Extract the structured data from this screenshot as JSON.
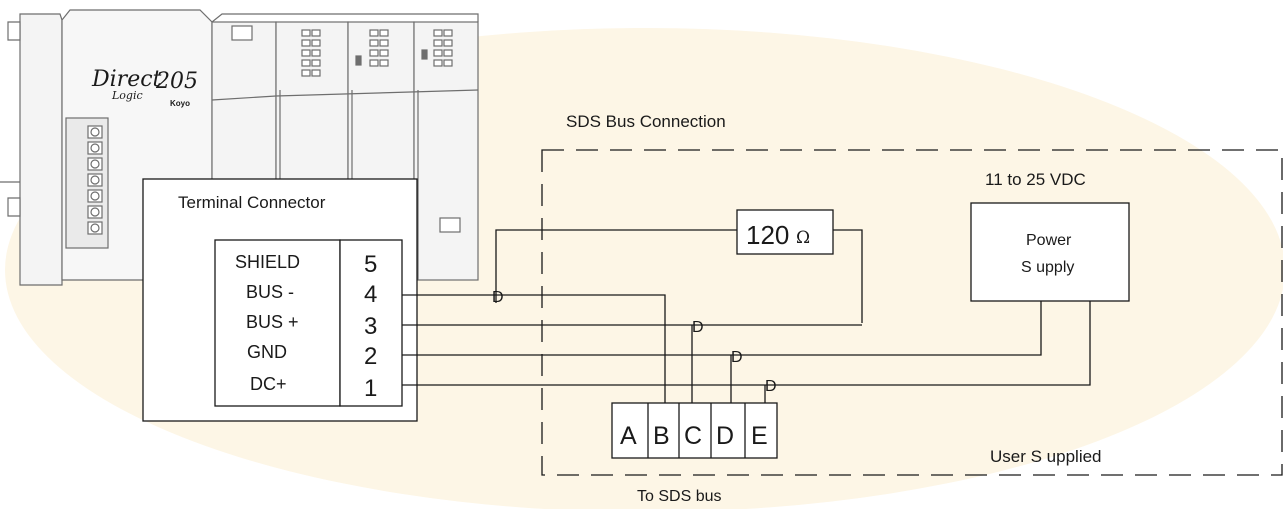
{
  "colors": {
    "background_ellipse": "#fdf6e6",
    "line": "#1a1a1a",
    "plc_line": "#6e6e6e",
    "plc_fill": "#f4f4f4"
  },
  "plc": {
    "brand_script": "Direct",
    "brand_logic": "Logic",
    "brand_model": "205",
    "brand_maker": "Koyo"
  },
  "terminal_connector": {
    "title": "Terminal Connector",
    "signals": [
      "SHIELD",
      "BUS -",
      "BUS +",
      "GND",
      "DC+"
    ],
    "pins": [
      "5",
      "4",
      "3",
      "2",
      "1"
    ]
  },
  "sds_section": {
    "title": "SDS Bus Connection",
    "user_supplied": "User S upplied"
  },
  "resistor": {
    "value": "120",
    "unit": "Ω"
  },
  "power_supply": {
    "voltage": "11 to 25 VDC",
    "label_line1": "Power",
    "label_line2": "S upply"
  },
  "wire_markers": [
    "D",
    "D",
    "D",
    "D"
  ],
  "bus_terminals": [
    "A",
    "B",
    "C",
    "D",
    "E"
  ],
  "bus_caption": "To SDS bus"
}
